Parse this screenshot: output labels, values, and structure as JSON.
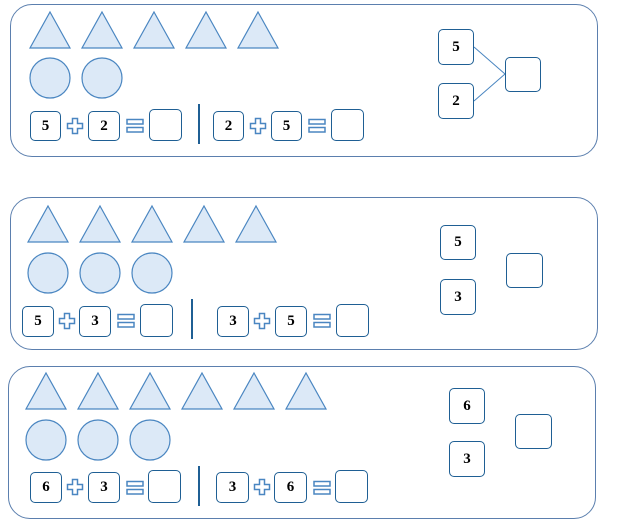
{
  "colors": {
    "shape_fill": "#dce9f7",
    "shape_stroke": "#4a86c1",
    "box_border": "#1f5f94",
    "panel_border": "#5b7fae"
  },
  "problems": [
    {
      "triangles": 5,
      "circles": 2,
      "eq1": {
        "a": "5",
        "b": "2",
        "result": ""
      },
      "eq2": {
        "a": "2",
        "b": "5",
        "result": ""
      },
      "bond": {
        "top": "5",
        "bottom": "2",
        "whole": ""
      }
    },
    {
      "triangles": 5,
      "circles": 3,
      "eq1": {
        "a": "5",
        "b": "3",
        "result": ""
      },
      "eq2": {
        "a": "3",
        "b": "5",
        "result": ""
      },
      "bond": {
        "top": "5",
        "bottom": "3",
        "whole": ""
      }
    },
    {
      "triangles": 6,
      "circles": 3,
      "eq1": {
        "a": "6",
        "b": "3",
        "result": ""
      },
      "eq2": {
        "a": "3",
        "b": "6",
        "result": ""
      },
      "bond": {
        "top": "6",
        "bottom": "3",
        "whole": ""
      }
    }
  ]
}
